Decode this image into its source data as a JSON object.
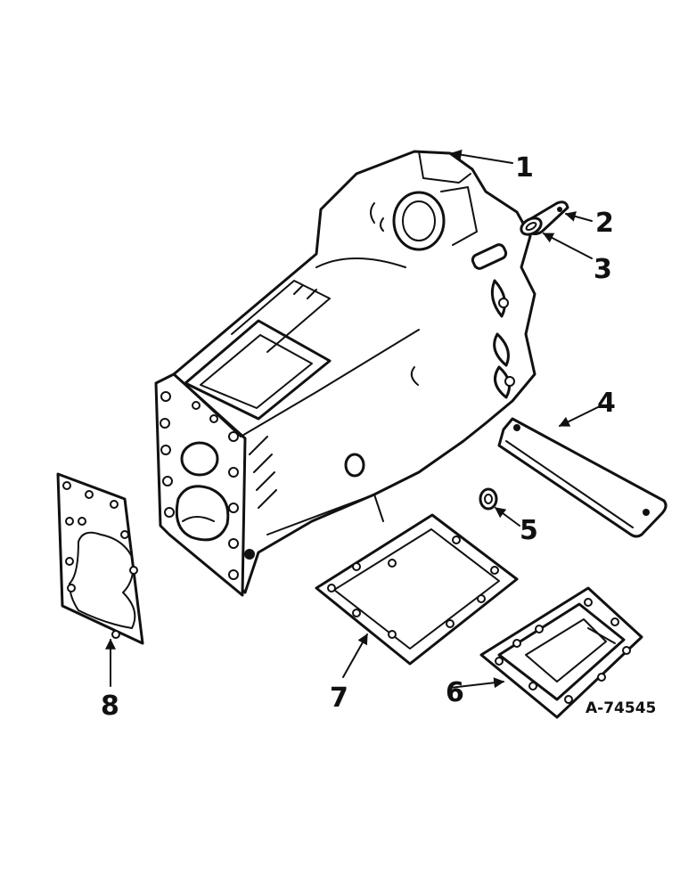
{
  "callouts": [
    "1",
    "2",
    "3",
    "4",
    "5",
    "6",
    "7",
    "8"
  ],
  "drawing_number": "A-74545"
}
